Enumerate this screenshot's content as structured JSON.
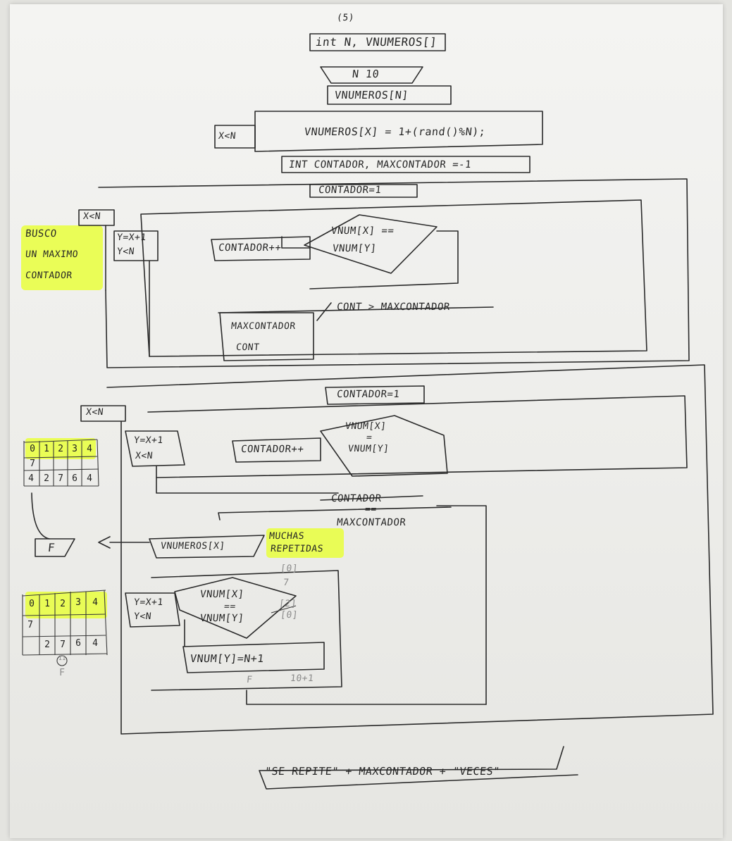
{
  "page_marker": "(5)",
  "top_block": {
    "decl": "int N, VNUMEROS[]",
    "assign_n": "N 10",
    "array": "VNUMEROS[N]",
    "fill_loop_cond": "X<N",
    "fill_stmt": "VNUMEROS[X] = 1+(rand()%N);",
    "init": "INT CONTADOR, MAXCONTADOR =-1"
  },
  "loop1": {
    "reset": "CONTADOR=1",
    "outer_cond": "X<N",
    "inner_cond_l1": "Y=X+1",
    "inner_cond_l2": "Y<N",
    "increment": "CONTADOR++",
    "compare_l1": "VNUM[X] ==",
    "compare_l2": "VNUM[Y]",
    "max_test": "CONT > MAXCONTADOR",
    "assign_l1": "MAXCONTADOR",
    "assign_l2": "CONT",
    "note_l1": "BUSCO",
    "note_l2": "UN MAXIMO",
    "note_l3": "CONTADOR"
  },
  "loop2": {
    "reset": "CONTADOR=1",
    "outer_cond": "X<N",
    "inner_cond_l1": "Y=X+1",
    "inner_cond_l2": "X<N",
    "compare_l1": "VNUM[X]",
    "compare_eq": "=",
    "compare_l2": "VNUM[Y]",
    "increment": "CONTADOR++",
    "max_test_l1": "CONTADOR",
    "max_test_eq": "==",
    "max_test_l2": "MAXCONTADOR",
    "print": "VNUMEROS[X]",
    "print_note_l1": "MUCHAS",
    "print_note_l2": "REPETIDAS",
    "arrow_label": "F",
    "small_mark_a": "[0]",
    "small_mark_b": "7",
    "small_mark_c": "[2]",
    "small_mark_d": "[0]",
    "inner_cond2_l1": "Y=X+1",
    "inner_cond2_l2": "Y<N",
    "compare2_l1": "VNUM[X]",
    "compare2_eq": "==",
    "compare2_l2": "VNUM[Y]",
    "assign2": "VNUM[Y]=N+1",
    "under_a": "F",
    "under_b": "10+1"
  },
  "table1": {
    "header": [
      "0",
      "1",
      "2",
      "3",
      "4"
    ],
    "row2": [
      "7",
      "",
      "",
      "",
      ""
    ],
    "row3": [
      "4",
      "2",
      "7",
      "6",
      "4"
    ]
  },
  "table2": {
    "header": [
      "0",
      "1",
      "2",
      "3",
      "4"
    ],
    "row2": [
      "7",
      "",
      "",
      "",
      ""
    ],
    "row3": [
      "",
      "2",
      "7",
      "6",
      "4"
    ],
    "mark": "11",
    "under": "F"
  },
  "footer": "\"SE REPITE\" + MAXCONTADOR + \"VECES\"",
  "colors": {
    "ink": "#2a2a2a",
    "highlighter": "#e9ff3c",
    "paper": "#f2f2f0"
  }
}
